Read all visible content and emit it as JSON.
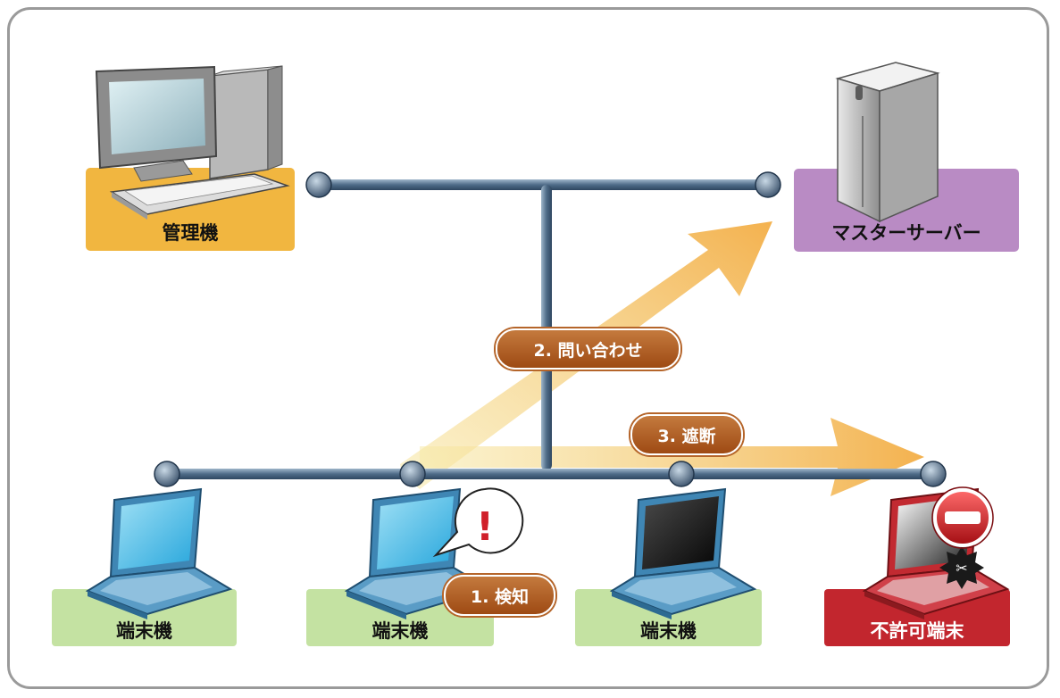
{
  "nodes": {
    "admin": {
      "label": "管理機",
      "color": "#f1b640"
    },
    "master": {
      "label": "マスターサーバー",
      "color": "#b98bc4"
    },
    "terminal1": {
      "label": "端末機",
      "color": "#c4e2a2"
    },
    "terminal2": {
      "label": "端末機",
      "color": "#c4e2a2"
    },
    "terminal3": {
      "label": "端末機",
      "color": "#c4e2a2"
    },
    "unauthorized": {
      "label": "不許可端末",
      "color": "#c2262e"
    }
  },
  "steps": {
    "detect": "1. 検知",
    "query": "2. 問い合わせ",
    "block": "3. 遮断"
  },
  "alert_mark": "!",
  "colors": {
    "network_line": "#5d7893",
    "arrow": "#f2a93b",
    "badge": "#b5652a"
  },
  "icons": [
    "desktop-computer-icon",
    "server-icon",
    "laptop-icon",
    "exclamation-bubble-icon",
    "no-entry-icon",
    "disconnect-icon"
  ]
}
